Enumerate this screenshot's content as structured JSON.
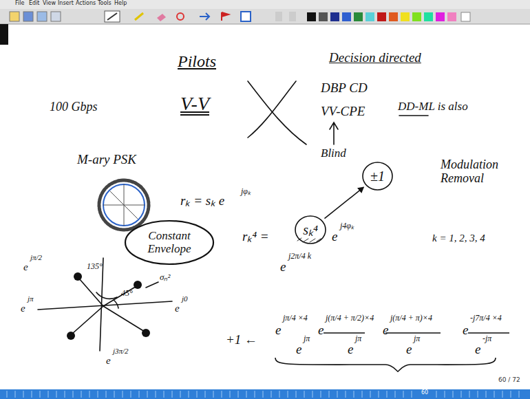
{
  "diagram": {
    "nodes": [
      {
        "text": [
          "sₖ⁴"
        ]
      },
      {
        "text": [
          "±1"
        ]
      },
      {
        "text": [
          "Constant Envelope"
        ]
      }
    ],
    "edges": [
      {
        "from": 0,
        "to": 1,
        "arrow": "to"
      }
    ],
    "labels": [
      "File",
      "Edit",
      "View",
      "Insert",
      "Actions",
      "Tools",
      "Help",
      "Pilots",
      "Decision directed",
      "100 Gbps",
      "V-V",
      "DBP CD",
      "VV-CPE",
      "DD-ML is also",
      "Blind",
      "M-ary PSK",
      "rₖ = sₖ e",
      "jφₖ",
      "rₖ⁴ =",
      "e",
      "j4φₖ",
      "e",
      "j2π/4 k",
      "Modulation Removal",
      "k = 1, 2, 3, 4",
      "135°",
      "45°",
      "σₙ²",
      "e",
      "jπ/2",
      "e",
      "jπ",
      "e",
      "j0",
      "e",
      "j3π/2",
      "e",
      "jπ/4 ×4",
      "e",
      "j(π/4 + π/2)×4",
      "e",
      "j(π/4 + π)×4",
      "e",
      "-j7π/4 ×4",
      "+1 ←",
      "e",
      "jπ",
      "e",
      "jπ",
      "e",
      "jπ",
      "e",
      "-jπ",
      "60 / 72",
      "60"
    ]
  }
}
